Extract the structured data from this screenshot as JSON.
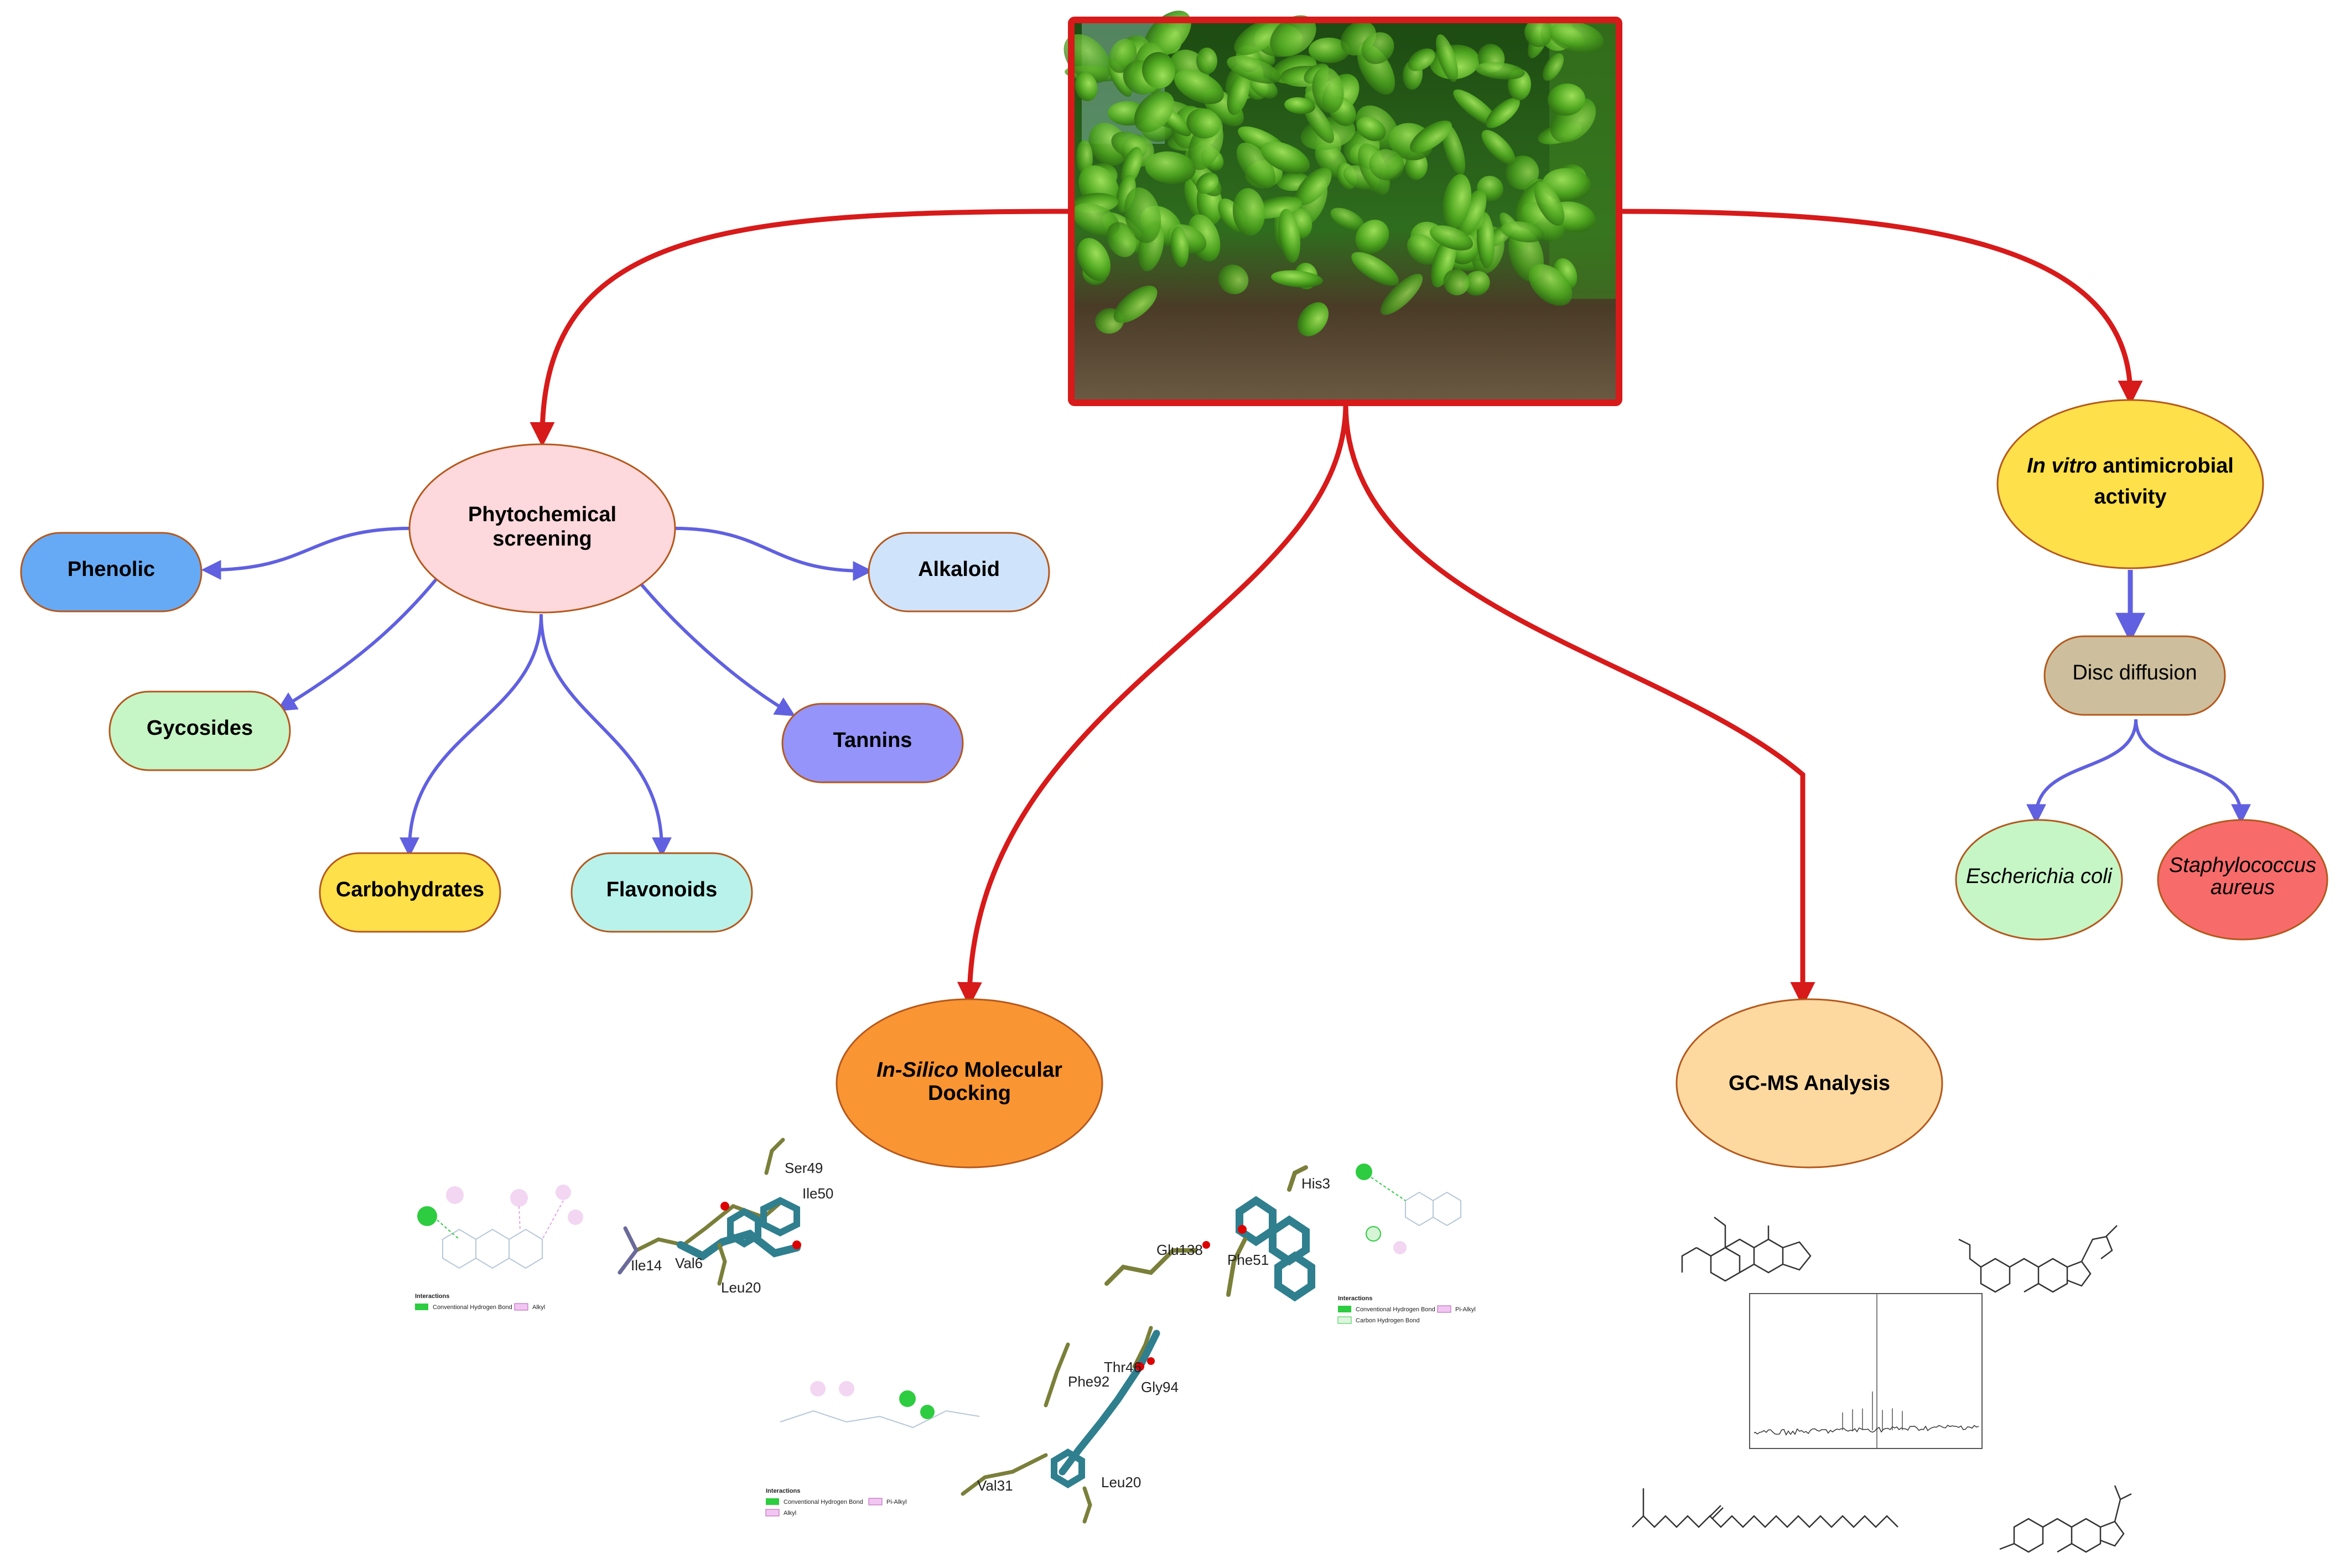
{
  "nodes": {
    "phytochemical": {
      "line1": "Phytochemical",
      "line2": "screening",
      "fill": "#fdd8dc"
    },
    "phenolic": {
      "label": "Phenolic",
      "fill": "#66aaf5"
    },
    "alkaloid": {
      "label": "Alkaloid",
      "fill": "#cfe3fb"
    },
    "gycosides": {
      "label": "Gycosides",
      "fill": "#c6f5c6"
    },
    "tannins": {
      "label": "Tannins",
      "fill": "#9494fa"
    },
    "carbohydrates": {
      "label": "Carbohydrates",
      "fill": "#fde04a"
    },
    "flavonoids": {
      "label": "Flavonoids",
      "fill": "#b8f2ea"
    },
    "antimicrobial": {
      "italic": "In vitro",
      "rest": " antimicrobial",
      "line2": "activity",
      "fill": "#fde04a"
    },
    "disc_diffusion": {
      "label": "Disc diffusion",
      "fill": "#cdbf9d"
    },
    "ecoli": {
      "label": "Escherichia coli",
      "fill": "#c6f5c6"
    },
    "staph": {
      "line1": "Staphylococcus",
      "line2": "aureus",
      "fill": "#f86b6b"
    },
    "docking": {
      "italic": "In-Silico",
      "rest": " Molecular",
      "line2": "Docking",
      "fill": "#fa9533"
    },
    "gcms": {
      "label": "GC-MS Analysis",
      "fill": "#fdd9a0"
    }
  },
  "colors": {
    "main_arrow": "#d71a1a",
    "sub_arrow": "#6060e0",
    "node_border": "#b5581c",
    "photo_border": "#d71a1a"
  },
  "docking_figures": {
    "fig1": {
      "residues": [
        "Ser49",
        "Ile50",
        "Ile14",
        "Val6",
        "Leu20"
      ],
      "legend_title": "Interactions",
      "legend": [
        "Conventional Hydrogen Bond",
        "Alkyl"
      ]
    },
    "fig2": {
      "residues": [
        "His3",
        "Glu138",
        "Phe51"
      ],
      "legend_title": "Interactions",
      "legend": [
        "Conventional Hydrogen Bond",
        "Pi-Alkyl",
        "Carbon Hydrogen Bond"
      ]
    },
    "fig3": {
      "residues": [
        "Thr46",
        "Phe92",
        "Gly94",
        "Val31",
        "Leu20"
      ],
      "legend_title": "Interactions",
      "legend": [
        "Conventional Hydrogen Bond",
        "Pi-Alkyl",
        "Alkyl"
      ]
    }
  },
  "gcms_figures": {
    "chromatogram": {
      "peak_count": 7
    },
    "structures": [
      "steroid-acetate-structure",
      "steroid-lactone-structure",
      "fatty-acid-amide-structure",
      "steroid-ketone-structure"
    ]
  },
  "icons": {
    "photo": "plant-photo",
    "docking": "molecular-docking-icon",
    "structure": "chemical-structure-icon"
  }
}
